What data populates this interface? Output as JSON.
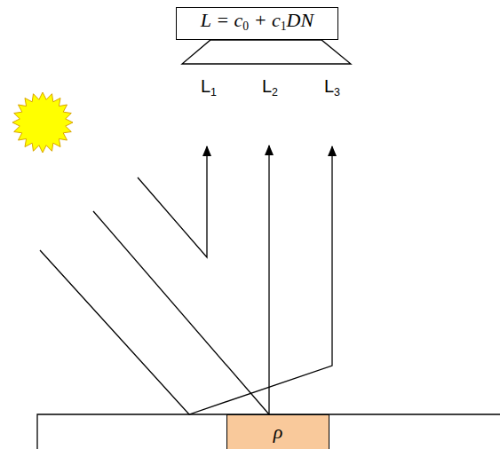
{
  "diagram": {
    "nodes": [
      {
        "text": [
          "L = c0 + c1DN"
        ]
      },
      {
        "text": [
          "ρ"
        ]
      }
    ],
    "labels": [
      "L1",
      "L2",
      "L3"
    ]
  }
}
